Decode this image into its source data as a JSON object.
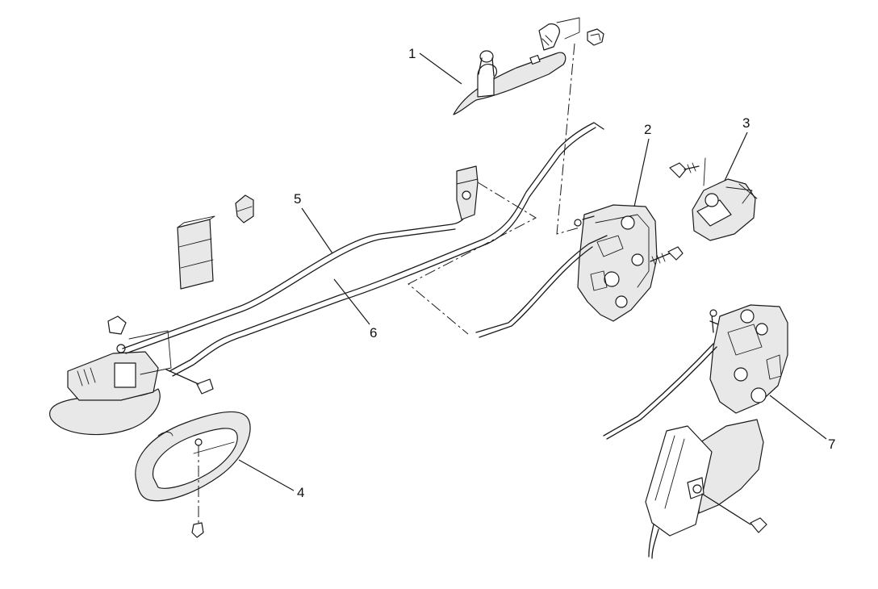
{
  "diagram": {
    "callouts": [
      {
        "id": "c1",
        "label": "1"
      },
      {
        "id": "c2",
        "label": "2"
      },
      {
        "id": "c3",
        "label": "3"
      },
      {
        "id": "c4",
        "label": "4"
      },
      {
        "id": "c5",
        "label": "5"
      },
      {
        "id": "c6",
        "label": "6"
      },
      {
        "id": "c7",
        "label": "7"
      }
    ]
  },
  "colors": {
    "line": "#1a1a1a",
    "background": "#ffffff",
    "part_fill": "#e8e8e8"
  }
}
